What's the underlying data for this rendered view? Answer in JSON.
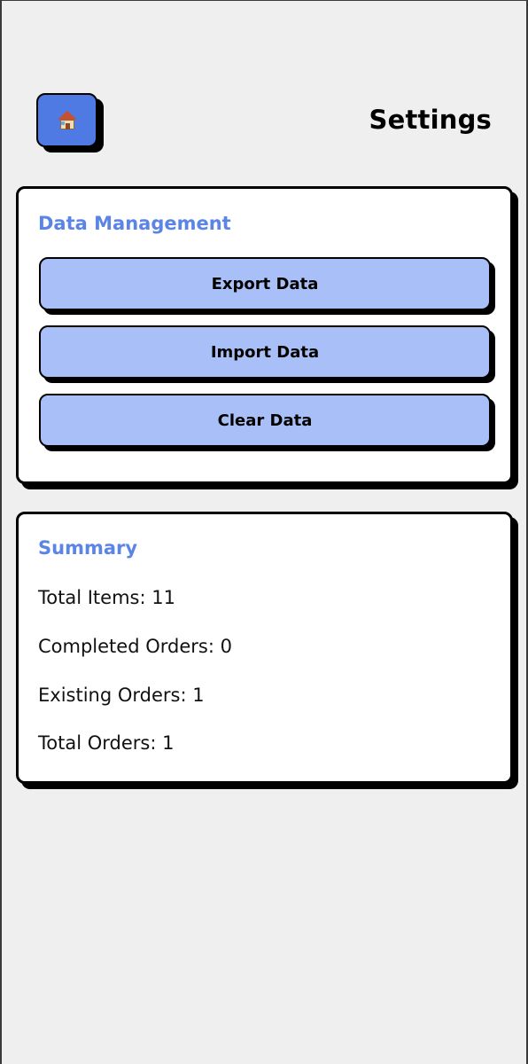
{
  "header": {
    "home_icon": "house-icon",
    "title": "Settings"
  },
  "data_management": {
    "heading": "Data Management",
    "buttons": [
      {
        "label": "Export Data"
      },
      {
        "label": "Import Data"
      },
      {
        "label": "Clear Data"
      }
    ]
  },
  "summary": {
    "heading": "Summary",
    "stats": [
      {
        "text": "Total Items: 11"
      },
      {
        "text": "Completed Orders: 0"
      },
      {
        "text": "Existing Orders: 1"
      },
      {
        "text": "Total Orders: 1"
      }
    ]
  },
  "colors": {
    "background": "#efefef",
    "accent": "#4f7ae3",
    "heading": "#5a84e6",
    "button": "#a9bff7",
    "card": "#ffffff",
    "shadow": "#000000"
  }
}
